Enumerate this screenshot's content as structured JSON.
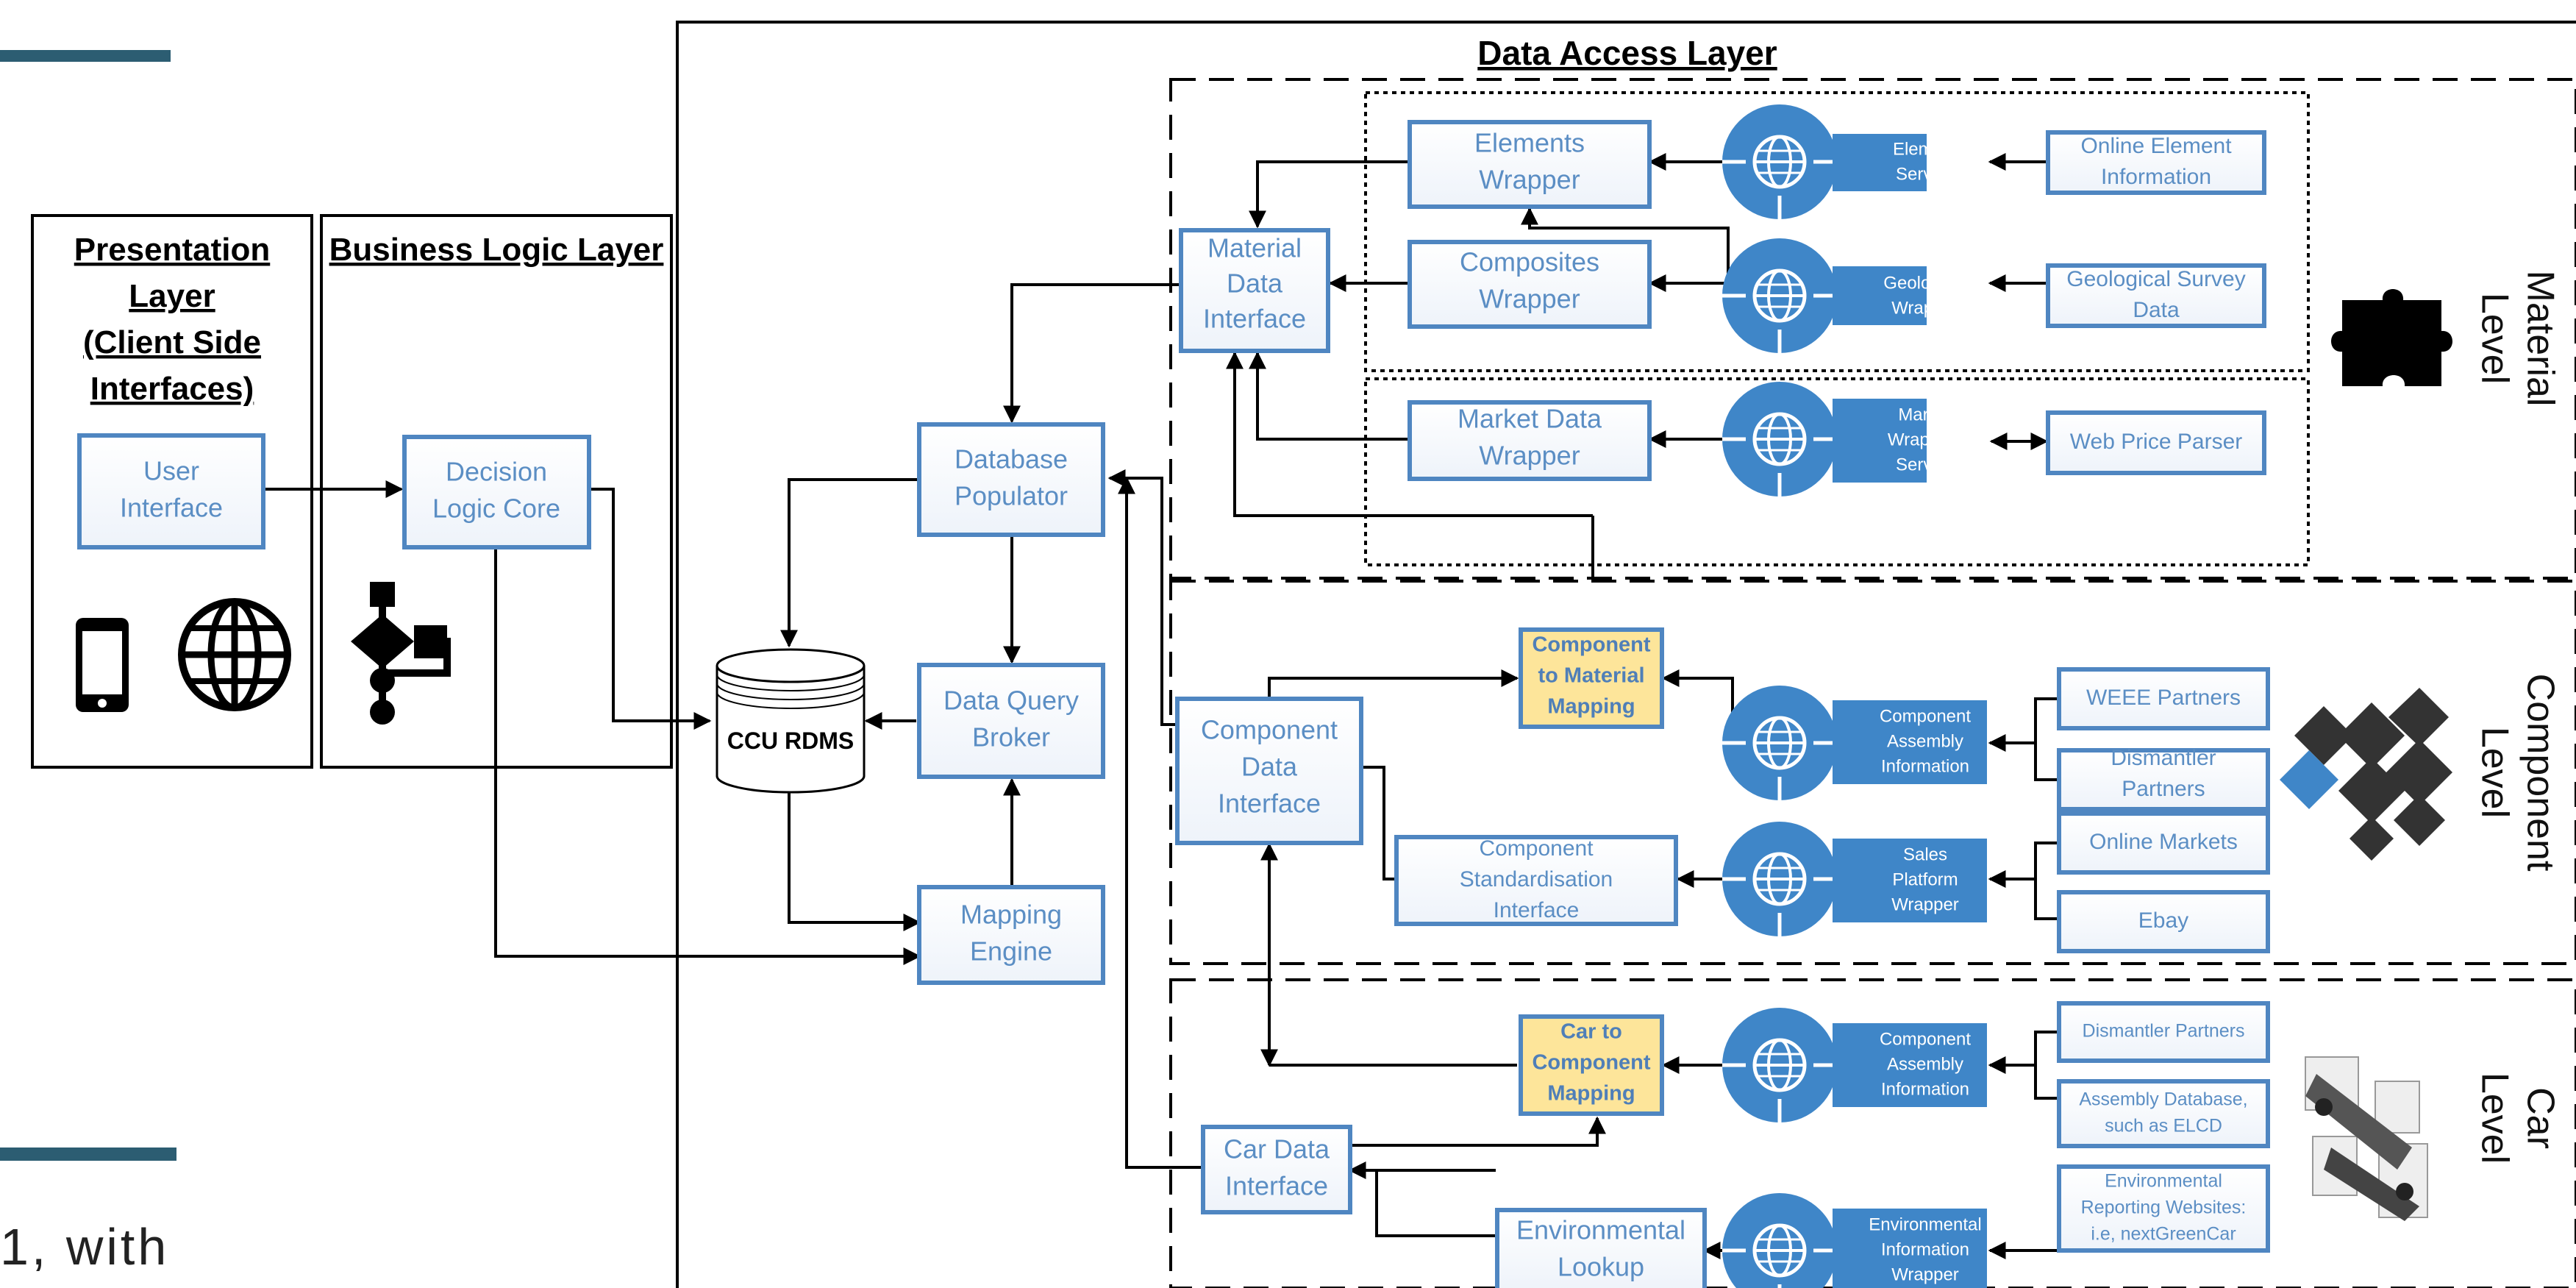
{
  "colors": {
    "accent_bar": "#2c5d72",
    "box_border": "#4f86c1",
    "box_text": "#5b8ec4",
    "mapping_fill": "#fde59a",
    "service_fill": "#3f86c8",
    "line": "#000000"
  },
  "caption": "1, with",
  "headers": {
    "data_access": "Data Access Layer",
    "presentation": [
      "Presentation",
      "Layer",
      "(Client Side",
      "Interfaces)"
    ],
    "business": "Business Logic Layer"
  },
  "boxes": {
    "user_interface": [
      "User",
      "Interface"
    ],
    "decision_logic": [
      "Decision",
      "Logic Core"
    ],
    "db_populator": [
      "Database",
      "Populator"
    ],
    "query_broker": [
      "Data Query",
      "Broker"
    ],
    "mapping_engine": [
      "Mapping",
      "Engine"
    ],
    "rdms": "CCU RDMS",
    "material_interface": [
      "Material",
      "Data",
      "Interface"
    ],
    "elements_wrapper": [
      "Elements",
      "Wrapper"
    ],
    "composites_wrapper": [
      "Composites",
      "Wrapper"
    ],
    "market_wrapper": [
      "Market Data",
      "Wrapper"
    ],
    "online_element": [
      "Online Element",
      "Information"
    ],
    "geo_survey": [
      "Geological Survey",
      "Data"
    ],
    "web_price": "Web Price Parser",
    "component_interface": [
      "Component",
      "Data",
      "Interface"
    ],
    "component_mapping": [
      "Component",
      "to Material",
      "Mapping"
    ],
    "standardisation": [
      "Component",
      "Standardisation",
      "Interface"
    ],
    "weee": "WEEE Partners",
    "dismantler_c": [
      "Dismantler",
      "Partners"
    ],
    "online_markets": "Online Markets",
    "ebay": "Ebay",
    "car_interface": [
      "Car Data",
      "Interface"
    ],
    "car_mapping": [
      "Car to",
      "Component",
      "Mapping"
    ],
    "env_lookup": [
      "Environmental",
      "Lookup"
    ],
    "dismantler_car": "Dismantler Partners",
    "assembly_db": [
      "Assembly Database,",
      "such as ELCD"
    ],
    "env_websites": [
      "Environmental",
      "Reporting Websites:",
      "i.e, nextGreenCar"
    ]
  },
  "services": {
    "element_service": [
      "Element",
      "Service"
    ],
    "geo_wrapper": [
      "Geological",
      "Wrapper"
    ],
    "market_service": [
      "Market",
      "Wrapping",
      "Service"
    ],
    "comp_assembly": [
      "Component",
      "Assembly",
      "Information"
    ],
    "sales_platform": [
      "Sales",
      "Platform",
      "Wrapper"
    ],
    "car_assembly": [
      "Component",
      "Assembly",
      "Information"
    ],
    "env_wrapper": [
      "Environmental",
      "Information",
      "Wrapper"
    ]
  },
  "levels": {
    "material": [
      "Material",
      "Level"
    ],
    "component": [
      "Component",
      "Level"
    ],
    "car": [
      "Car",
      "Level"
    ]
  },
  "icons": [
    "smartphone-icon",
    "globe-icon",
    "flowchart-icon",
    "puzzle-piece-icon",
    "puzzle-pieces-icon",
    "car-icon"
  ]
}
